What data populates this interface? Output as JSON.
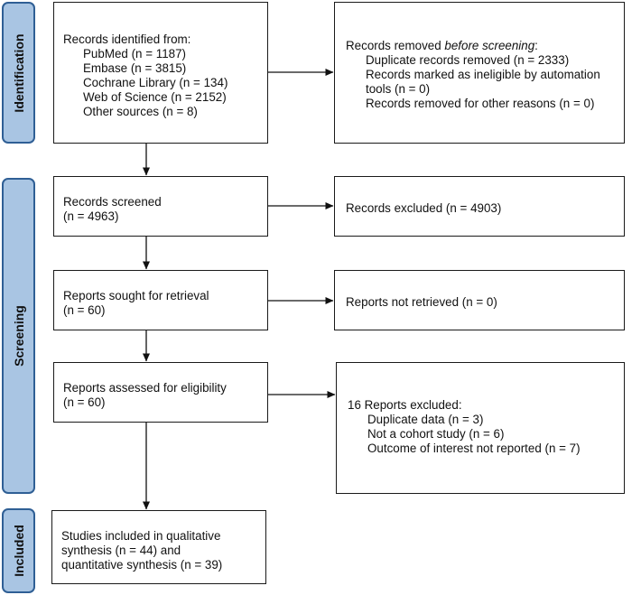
{
  "phases": {
    "identification": "Identification",
    "screening": "Screening",
    "included": "Included"
  },
  "identified": {
    "heading": "Records identified from:",
    "sources": [
      "PubMed (n = 1187)",
      "Embase (n = 3815)",
      "Cochrane Library (n = 134)",
      "Web of Science (n = 2152)",
      "Other sources (n = 8)"
    ]
  },
  "removed": {
    "heading_prefix": "Records removed ",
    "heading_emph": "before screening",
    "heading_suffix": ":",
    "items": [
      "Duplicate records removed (n = 2333)",
      "Records marked as ineligible by automation",
      "tools (n = 0)",
      "Records removed for other reasons (n = 0)"
    ]
  },
  "screened": {
    "line1": "Records screened",
    "line2": "(n = 4963)"
  },
  "excluded": {
    "text": "Records excluded (n = 4903)"
  },
  "sought": {
    "line1": "Reports sought for retrieval",
    "line2": "(n = 60)"
  },
  "not_retrieved": {
    "text": "Reports not retrieved (n = 0)"
  },
  "assessed": {
    "line1": "Reports assessed for eligibility",
    "line2": "(n = 60)"
  },
  "reports_excluded": {
    "heading": "16 Reports excluded:",
    "items": [
      "Duplicate data (n = 3)",
      "Not a cohort study (n = 6)",
      "Outcome of interest not reported (n = 7)"
    ]
  },
  "included": {
    "lines": [
      "Studies included in qualitative",
      "synthesis (n = 44) and",
      "quantitative synthesis (n = 39)"
    ]
  }
}
